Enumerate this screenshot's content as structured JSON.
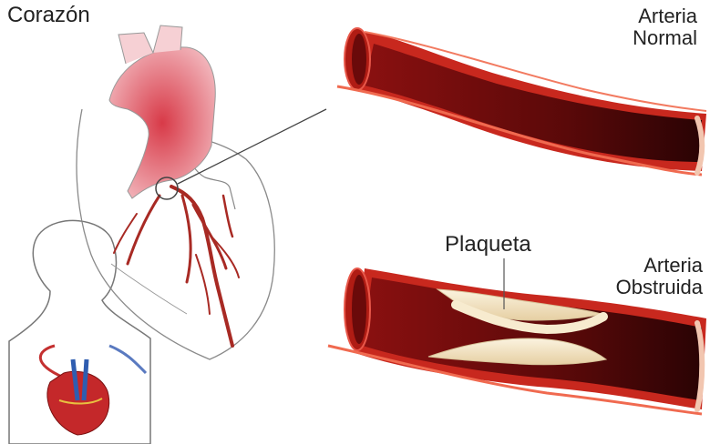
{
  "title": "Corazón",
  "labels": {
    "normal_line1": "Arteria",
    "normal_line2": "Normal",
    "obstructed_line1": "Arteria",
    "obstructed_line2": "Obstruida",
    "plaque": "Plaqueta"
  },
  "colors": {
    "artery_outer": "#c8281e",
    "artery_inner_dark": "#4a0708",
    "artery_highlight": "#f06a50",
    "plaque": "#f3e6c8",
    "aorta": "#e0606a",
    "outline": "#555555"
  }
}
